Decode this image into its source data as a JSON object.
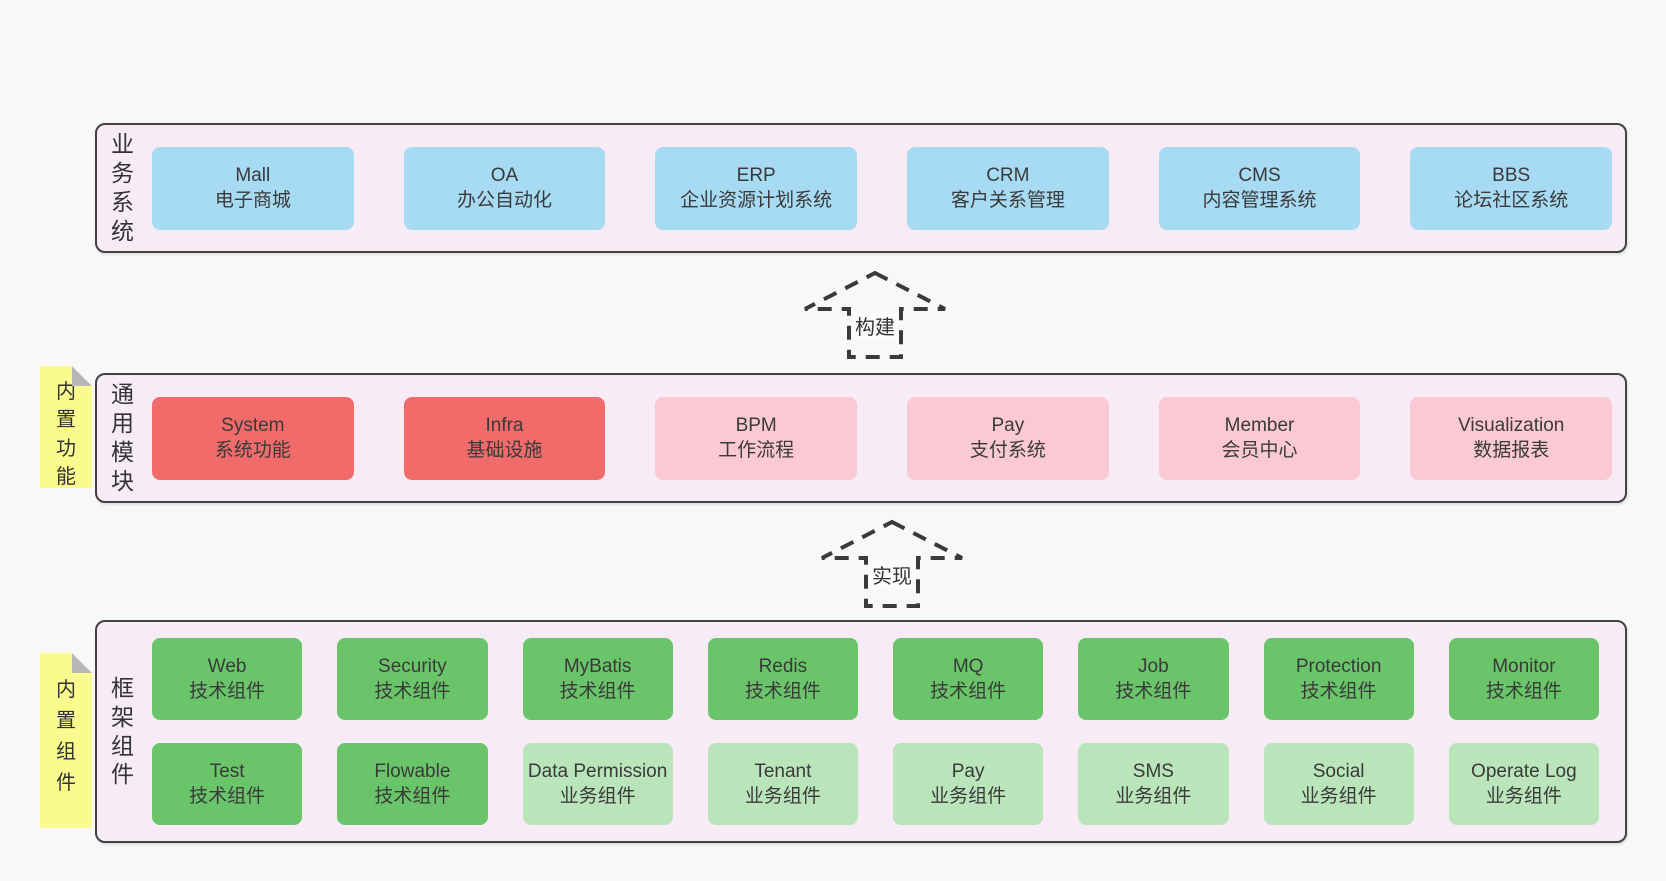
{
  "panels": [
    {
      "label": "业务系统",
      "boxes": [
        {
          "title": "Mall",
          "subtitle": "电子商城"
        },
        {
          "title": "OA",
          "subtitle": "办公自动化"
        },
        {
          "title": "ERP",
          "subtitle": "企业资源计划系统"
        },
        {
          "title": "CRM",
          "subtitle": "客户关系管理"
        },
        {
          "title": "CMS",
          "subtitle": "内容管理系统"
        },
        {
          "title": "BBS",
          "subtitle": "论坛社区系统"
        }
      ]
    },
    {
      "label": "通用模块",
      "note": "内置功能",
      "boxes": [
        {
          "title": "System",
          "subtitle": "系统功能"
        },
        {
          "title": "Infra",
          "subtitle": "基础设施"
        },
        {
          "title": "BPM",
          "subtitle": "工作流程"
        },
        {
          "title": "Pay",
          "subtitle": "支付系统"
        },
        {
          "title": "Member",
          "subtitle": "会员中心"
        },
        {
          "title": "Visualization",
          "subtitle": "数据报表"
        }
      ]
    },
    {
      "label": "框架组件",
      "note": "内置组件",
      "rows": [
        [
          {
            "title": "Web",
            "subtitle": "技术组件"
          },
          {
            "title": "Security",
            "subtitle": "技术组件"
          },
          {
            "title": "MyBatis",
            "subtitle": "技术组件"
          },
          {
            "title": "Redis",
            "subtitle": "技术组件"
          },
          {
            "title": "MQ",
            "subtitle": "技术组件"
          },
          {
            "title": "Job",
            "subtitle": "技术组件"
          },
          {
            "title": "Protection",
            "subtitle": "技术组件"
          },
          {
            "title": "Monitor",
            "subtitle": "技术组件"
          }
        ],
        [
          {
            "title": "Test",
            "subtitle": "技术组件"
          },
          {
            "title": "Flowable",
            "subtitle": "技术组件"
          },
          {
            "title": "Data Permission",
            "subtitle": "业务组件"
          },
          {
            "title": "Tenant",
            "subtitle": "业务组件"
          },
          {
            "title": "Pay",
            "subtitle": "业务组件"
          },
          {
            "title": "SMS",
            "subtitle": "业务组件"
          },
          {
            "title": "Social",
            "subtitle": "业务组件"
          },
          {
            "title": "Operate Log",
            "subtitle": "业务组件"
          }
        ]
      ]
    }
  ],
  "arrows": [
    {
      "label": "构建"
    },
    {
      "label": "实现"
    }
  ],
  "colors": {
    "page_background": "#f8f8f8",
    "panel_background": "#f7ecf6",
    "panel_border": "#424242",
    "business_box": "#a7daf3",
    "core_module_box": "#f16b6b",
    "optional_module_box": "#fbc9d3",
    "tech_component_box": "#6ac46a",
    "biz_component_box": "#bae5bb",
    "sticky_note": "#fafa8e",
    "sticky_fold": "#b7b7b7",
    "text": "#353535"
  }
}
